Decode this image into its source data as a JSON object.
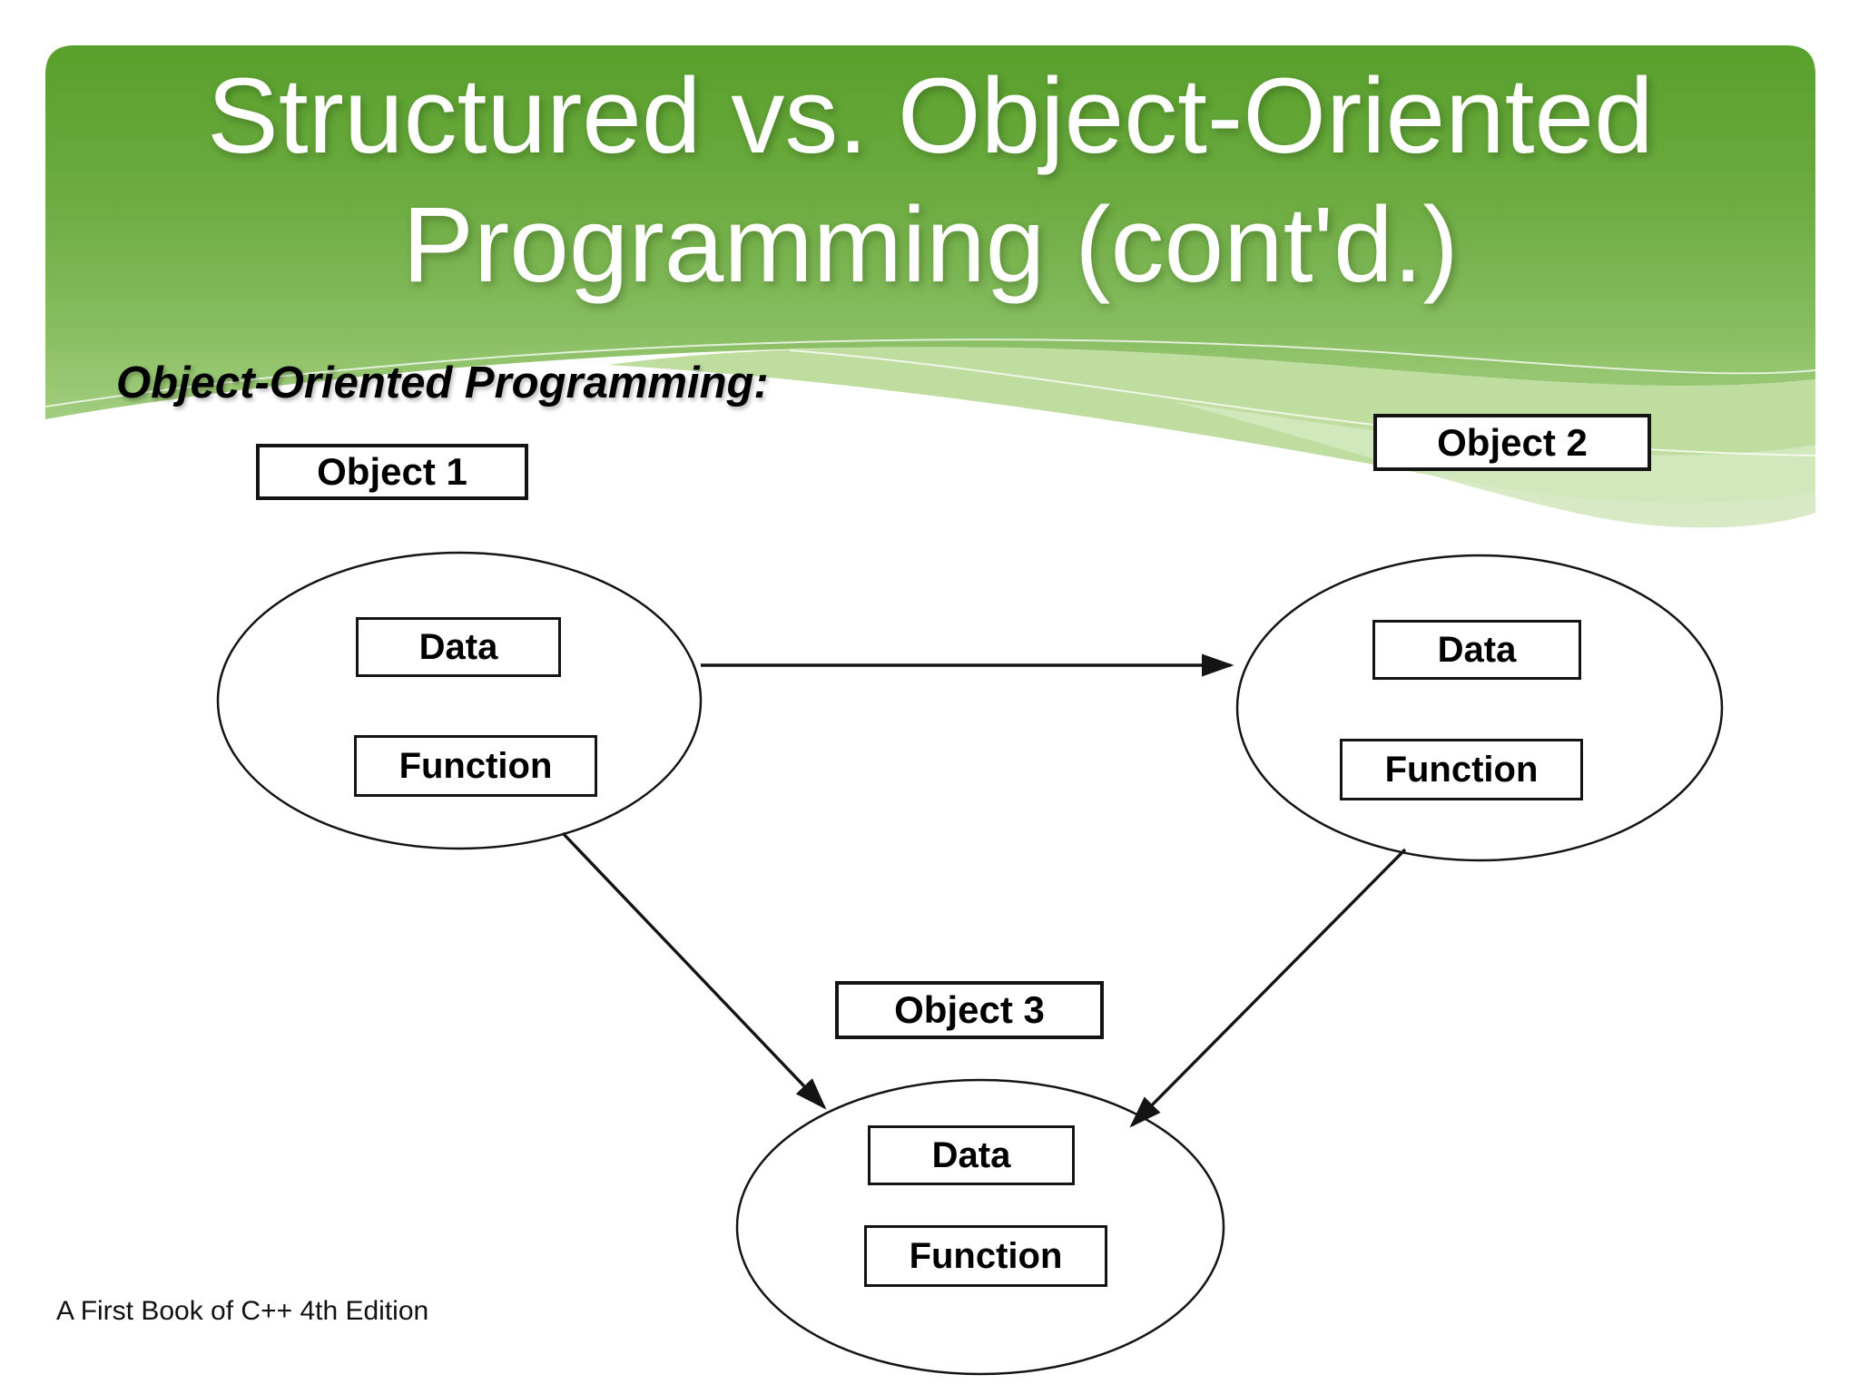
{
  "slide": {
    "title_line1": "Structured vs. Object-Oriented",
    "title_line2": "Programming (cont'd.)",
    "subtitle": "Object-Oriented Programming:",
    "footer": "A First Book of C++ 4th Edition"
  },
  "diagram": {
    "objects": [
      {
        "id": "object-1",
        "label": "Object 1",
        "boxes": [
          "Data",
          "Function"
        ]
      },
      {
        "id": "object-2",
        "label": "Object 2",
        "boxes": [
          "Data",
          "Function"
        ]
      },
      {
        "id": "object-3",
        "label": "Object 3",
        "boxes": [
          "Data",
          "Function"
        ]
      }
    ],
    "connections": [
      {
        "from": "Object 1",
        "to": "Object 2",
        "style": "arrow"
      },
      {
        "from": "Object 1",
        "to": "Object 3",
        "style": "arrow"
      },
      {
        "from": "Object 2",
        "to": "Object 3",
        "style": "arrow"
      }
    ]
  },
  "colors": {
    "background": "#ffffff",
    "header_green_top": "#58a02c",
    "header_green_mid": "#6cab40",
    "header_green_low": "#84bb5c",
    "header_green_bottom": "#a2cd7f",
    "wave_band_light": "#b7d993",
    "wave_band_lighter": "#d3e8bf",
    "title_text": "#ffffff",
    "body_text": "#000000",
    "line_color": "#141414"
  }
}
